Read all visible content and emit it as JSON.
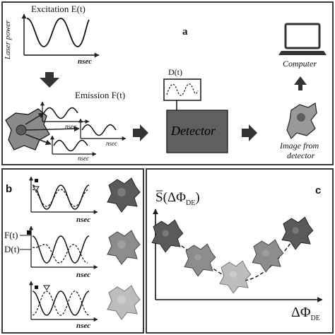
{
  "panel_a": {
    "letter": "a",
    "excitation_title": "Excitation E(t)",
    "excitation_ylabel": "Laser power",
    "excitation_xlabel": "nsec",
    "emission_title": "Emission F(t)",
    "emission_xlabels": [
      "nsec",
      "nsec",
      "nsec"
    ],
    "detector_signal_label": "D(t)",
    "detector_label": "Detector",
    "computer_label": "Computer",
    "image_label_line1": "Image from",
    "image_label_line2": "detector"
  },
  "panel_b": {
    "letter": "b",
    "f_label": "F(t)",
    "d_label": "D(t)",
    "xlabels": [
      "nsec",
      "nsec",
      "nsec"
    ]
  },
  "panel_c": {
    "letter": "c",
    "ylabel": "S̅(ΔΦ",
    "ylabel_sub": "DE",
    "ylabel_close": ")",
    "xlabel": "ΔΦ",
    "xlabel_sub": "DE"
  },
  "colors": {
    "border": "#3a3a3a",
    "detector_fill": "#5f5f5f",
    "arrow": "#333333",
    "cell_dark": "#5a5a5a",
    "cell_mid": "#8c8c8c",
    "cell_light": "#bdbdbd"
  }
}
